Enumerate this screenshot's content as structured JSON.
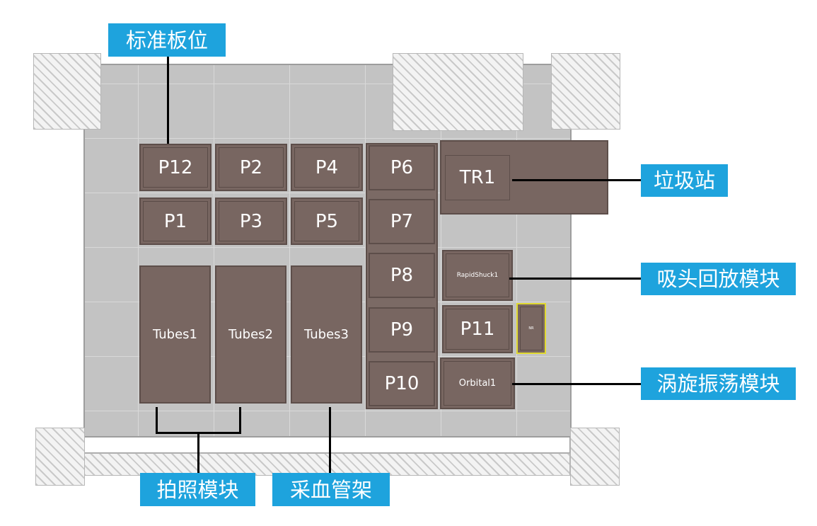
{
  "slots": {
    "p12": "P12",
    "p2": "P2",
    "p4": "P4",
    "p6": "P6",
    "p1": "P1",
    "p3": "P3",
    "p5": "P5",
    "p7": "P7",
    "p8": "P8",
    "p9": "P9",
    "p10": "P10",
    "p11": "P11",
    "tr1": "TR1",
    "rapid": "RapidShuck1",
    "orbital": "Orbital1",
    "tubes1": "Tubes1",
    "tubes2": "Tubes2",
    "tubes3": "Tubes3",
    "tiny": "NR"
  },
  "labels": {
    "standard_plate": "标准板位",
    "trash_station": "垃圾站",
    "tip_return": "吸头回放模块",
    "vortex": "涡旋振荡模块",
    "photo": "拍照模块",
    "blood_rack": "采血管架"
  },
  "colors": {
    "slot_fill": "#786661",
    "slot_border": "#5d4e4a",
    "deck": "#c3c3c3",
    "label_bg": "#1ea3dd",
    "highlight": "#e1da31"
  }
}
